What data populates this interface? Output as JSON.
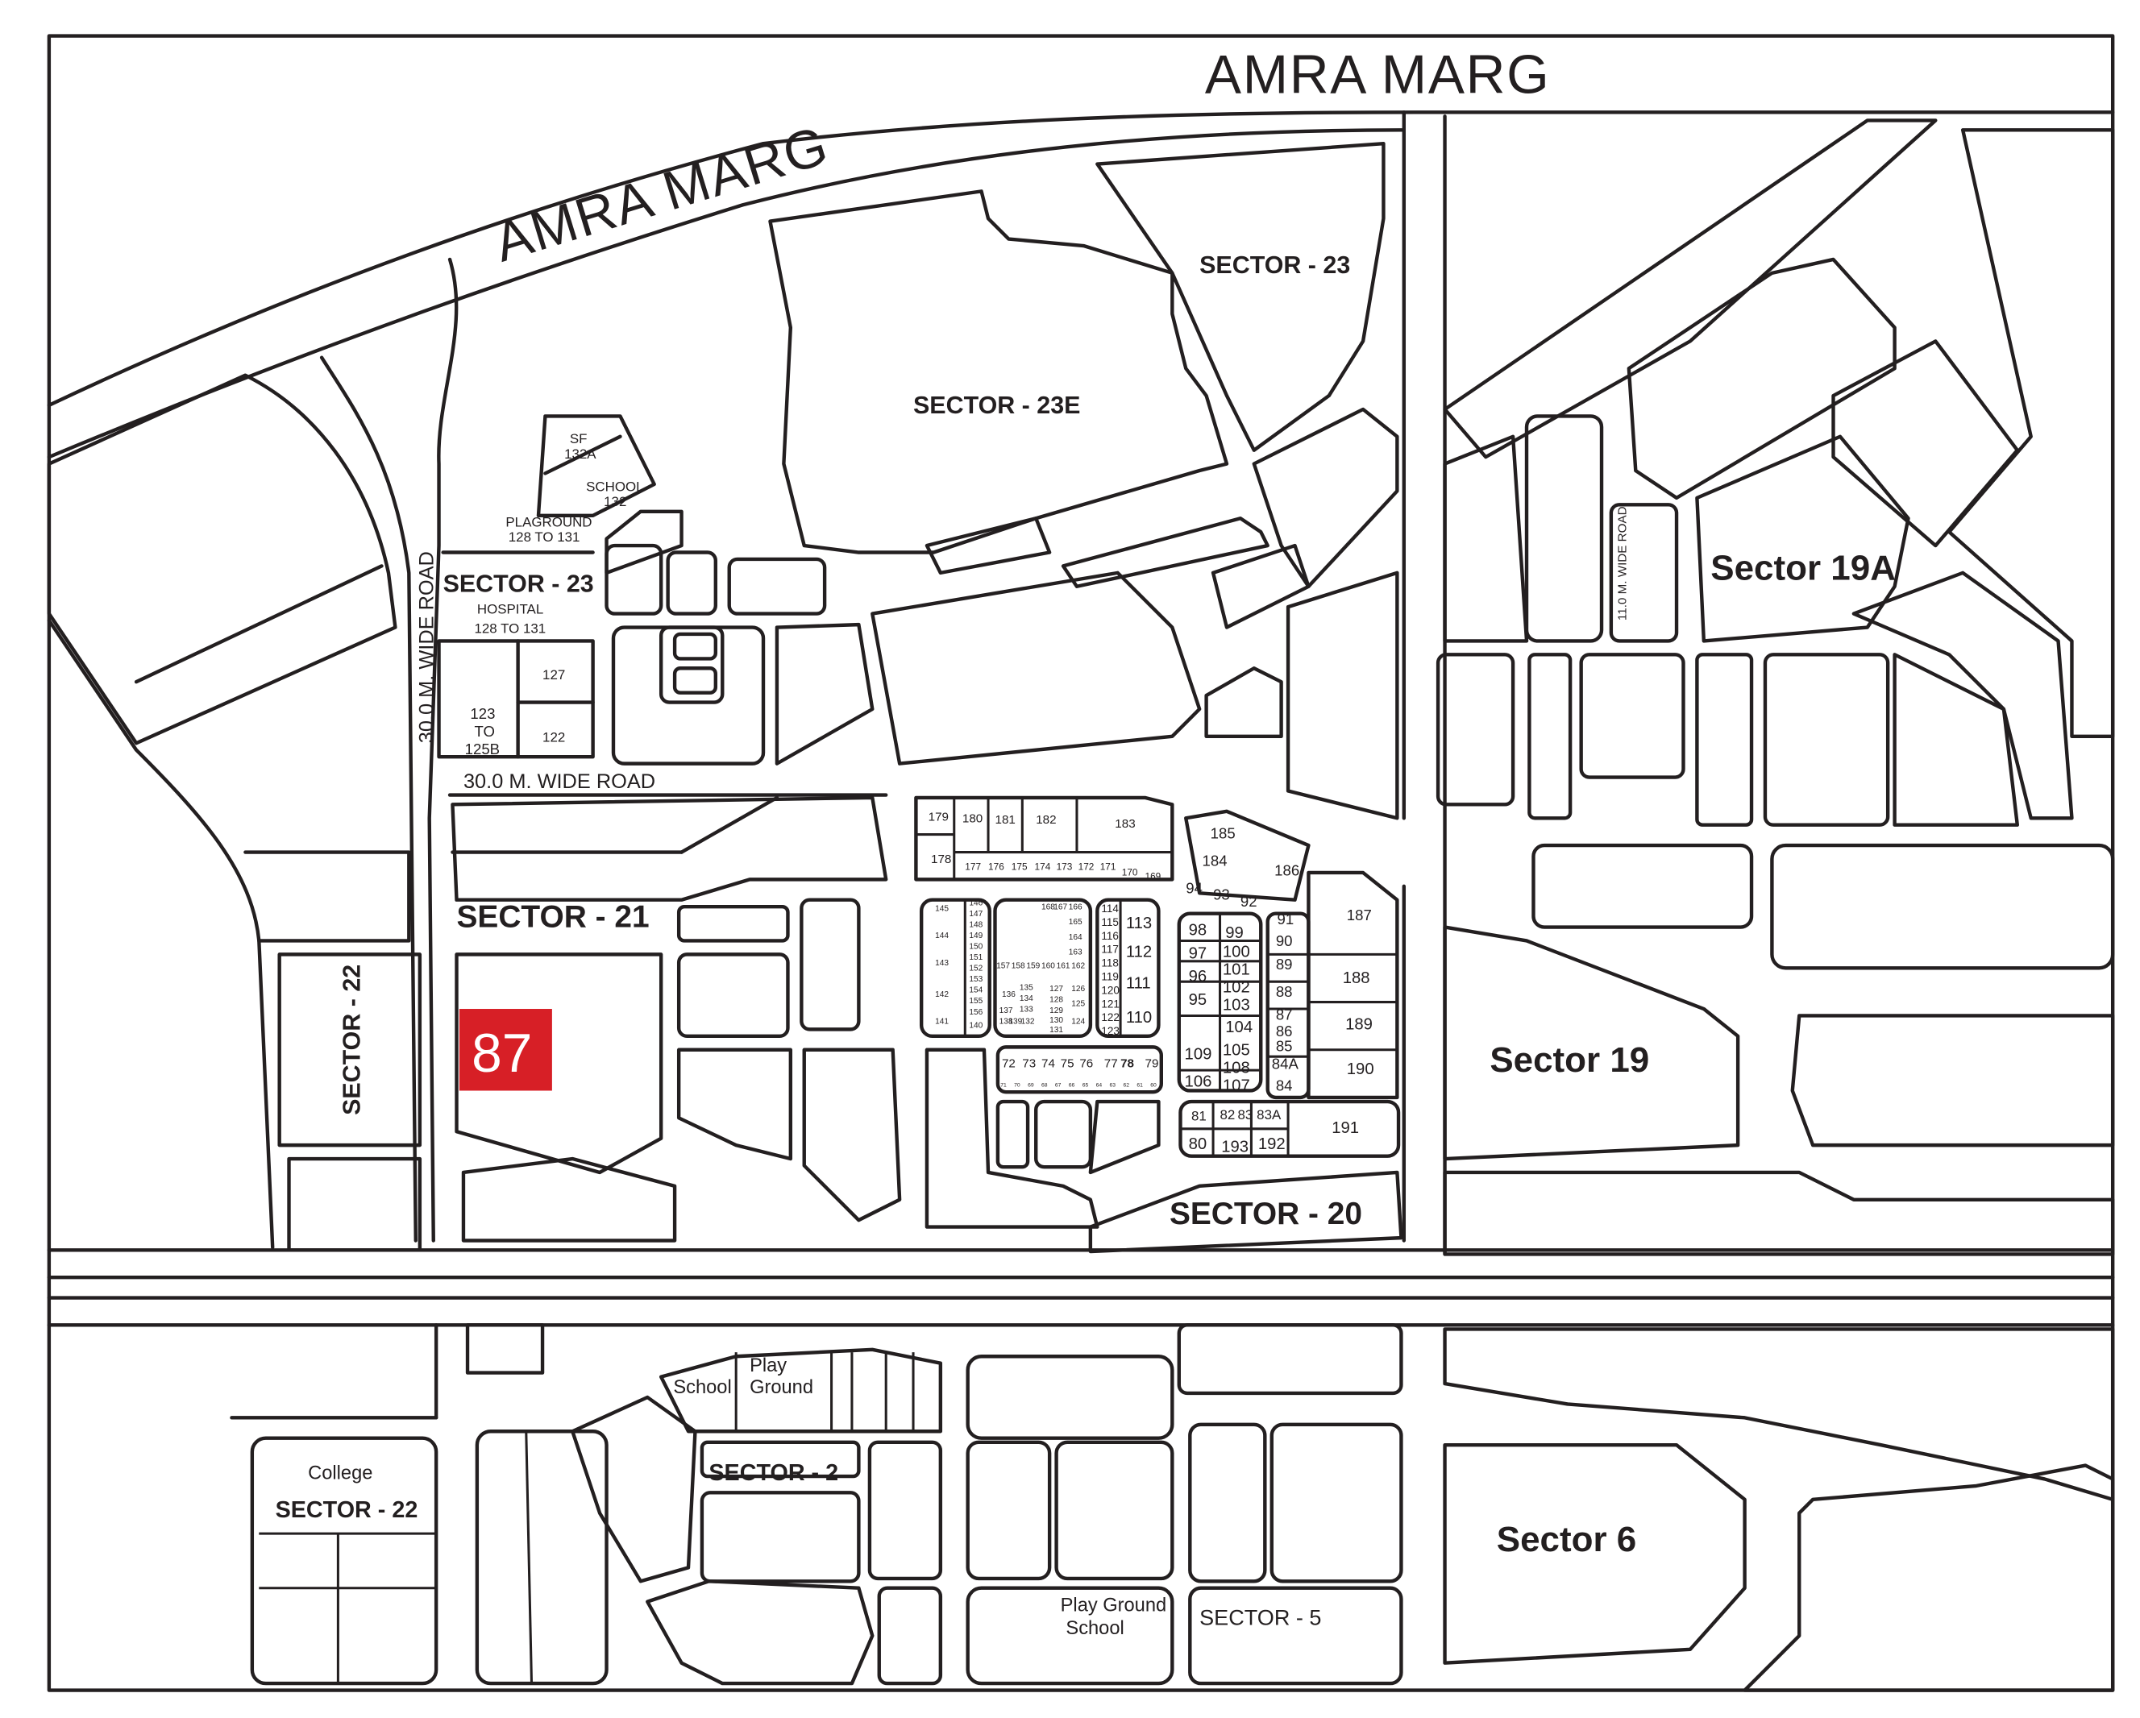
{
  "roads": {
    "amra_marg_top": "AMRA MARG",
    "amra_marg_diag": "AMRA MARG",
    "wide_road_vertical": "30.0 M. WIDE ROAD",
    "wide_road_horizontal": "30.0 M. WIDE ROAD",
    "road_11m": "11.0 M. WIDE ROAD"
  },
  "sectors": {
    "s23_top": "SECTOR - 23",
    "s23e": "SECTOR - 23E",
    "s23_left": "SECTOR - 23",
    "s21": "SECTOR - 21",
    "s22_vertical": "SECTOR - 22",
    "s20": "SECTOR - 20",
    "s19a": "Sector 19A",
    "s19": "Sector 19",
    "s2": "SECTOR - 2",
    "s22_bottom": "SECTOR - 22",
    "s5": "SECTOR - 5",
    "s6": "Sector  6"
  },
  "facilities": {
    "sf_line1": "SF",
    "sf_line2": "132A",
    "school_line1": "SCHOOL",
    "school_line2": "132",
    "plaground_line1": "PLAGROUND",
    "plaground_line2": "128 TO 131",
    "hospital_line1": "HOSPITAL",
    "hospital_line2": "128 TO 131",
    "school_s2": "School",
    "play_s2_line1": "Play",
    "play_s2_line2": "Ground",
    "college": "College",
    "playground_school_line1": "Play Ground",
    "playground_school_line2": "School"
  },
  "plots_s23": {
    "p127": "127",
    "p123_line1": "123",
    "p123_line2": "TO",
    "p123_line3": "125B",
    "p122": "122"
  },
  "plots_s20": {
    "top_row": [
      "179",
      "180",
      "181",
      "182",
      "183"
    ],
    "row2": [
      "178",
      "177",
      "176",
      "175",
      "174",
      "173",
      "172",
      "171",
      "170",
      "169"
    ],
    "diag": [
      "185",
      "184",
      "186",
      "94",
      "93",
      "92",
      "91",
      "187"
    ],
    "left_col": [
      "145",
      "144",
      "143",
      "142",
      "141"
    ],
    "left_inner": [
      "146",
      "147",
      "148",
      "149",
      "150",
      "151",
      "152",
      "153",
      "154",
      "155",
      "156",
      "140"
    ],
    "mid_top": [
      "168",
      "167",
      "166",
      "165",
      "164",
      "163"
    ],
    "mid_row": [
      "157",
      "158",
      "159",
      "160",
      "161",
      "162"
    ],
    "mid_small": [
      "135",
      "134",
      "133",
      "136",
      "137",
      "138",
      "139",
      "132",
      "127",
      "126",
      "128",
      "125",
      "129",
      "130",
      "124",
      "131"
    ],
    "right_col": [
      "114",
      "115",
      "116",
      "117",
      "118",
      "119",
      "120",
      "121",
      "122",
      "123"
    ],
    "right_big": [
      "113",
      "112",
      "111",
      "110"
    ],
    "blk_a": [
      "98",
      "99",
      "97",
      "100",
      "96",
      "101",
      "95",
      "102",
      "103",
      "104",
      "109",
      "105",
      "106",
      "108",
      "107"
    ],
    "blk_b": [
      "90",
      "89",
      "88",
      "87",
      "86",
      "85",
      "84A",
      "84"
    ],
    "east": [
      "188",
      "189",
      "190",
      "191"
    ],
    "bottom_row": [
      "72",
      "73",
      "74",
      "75",
      "76",
      "77",
      "78",
      "79"
    ],
    "bottom_small": [
      "71",
      "70",
      "69",
      "68",
      "67",
      "66",
      "65",
      "64",
      "63",
      "62",
      "61",
      "60"
    ],
    "south": [
      "81",
      "82",
      "83",
      "83A",
      "80",
      "193",
      "192"
    ]
  },
  "marker": {
    "label": "87",
    "color": "#d71f26"
  },
  "colors": {
    "line": "#231f20",
    "background": "#ffffff"
  }
}
